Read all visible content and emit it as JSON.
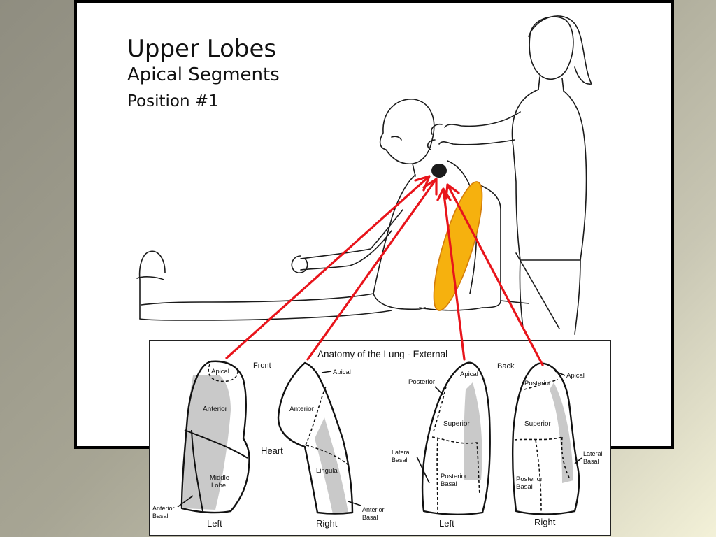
{
  "slide": {
    "title": "Upper Lobes",
    "subtitle": "Apical Segments",
    "position": "Position #1"
  },
  "inset": {
    "title": "Anatomy of the Lung - External",
    "front_label": "Front",
    "back_label": "Back",
    "heart_label": "Heart",
    "front_left_lung": {
      "side_label": "Left",
      "apical": "Apical",
      "anterior": "Anterior",
      "middle_lobe": [
        "Middle",
        "Lobe"
      ],
      "anterior_basal": [
        "Anterior",
        "Basal"
      ]
    },
    "front_right_lung": {
      "side_label": "Right",
      "apical": "Apical",
      "anterior": "Anterior",
      "lingula": "Lingula",
      "anterior_basal": [
        "Anterior",
        "Basal"
      ]
    },
    "back_left_lung": {
      "side_label": "Left",
      "posterior": "Posterior",
      "apical": "Apical",
      "superior": "Superior",
      "lateral_basal": [
        "Lateral",
        "Basal"
      ],
      "posterior_basal": [
        "Posterior",
        "Basal"
      ]
    },
    "back_right_lung": {
      "side_label": "Right",
      "posterior": "Posterior",
      "apical": "Apical",
      "superior": "Superior",
      "lateral_basal": [
        "Lateral",
        "Basal"
      ],
      "posterior_basal": [
        "Posterior",
        "Basal"
      ]
    }
  },
  "colors": {
    "arrow": "#e8141b",
    "pillow": "#f6b10e",
    "pillow_stroke": "#d47d0a",
    "lung_shade": "#c9c9c9"
  }
}
